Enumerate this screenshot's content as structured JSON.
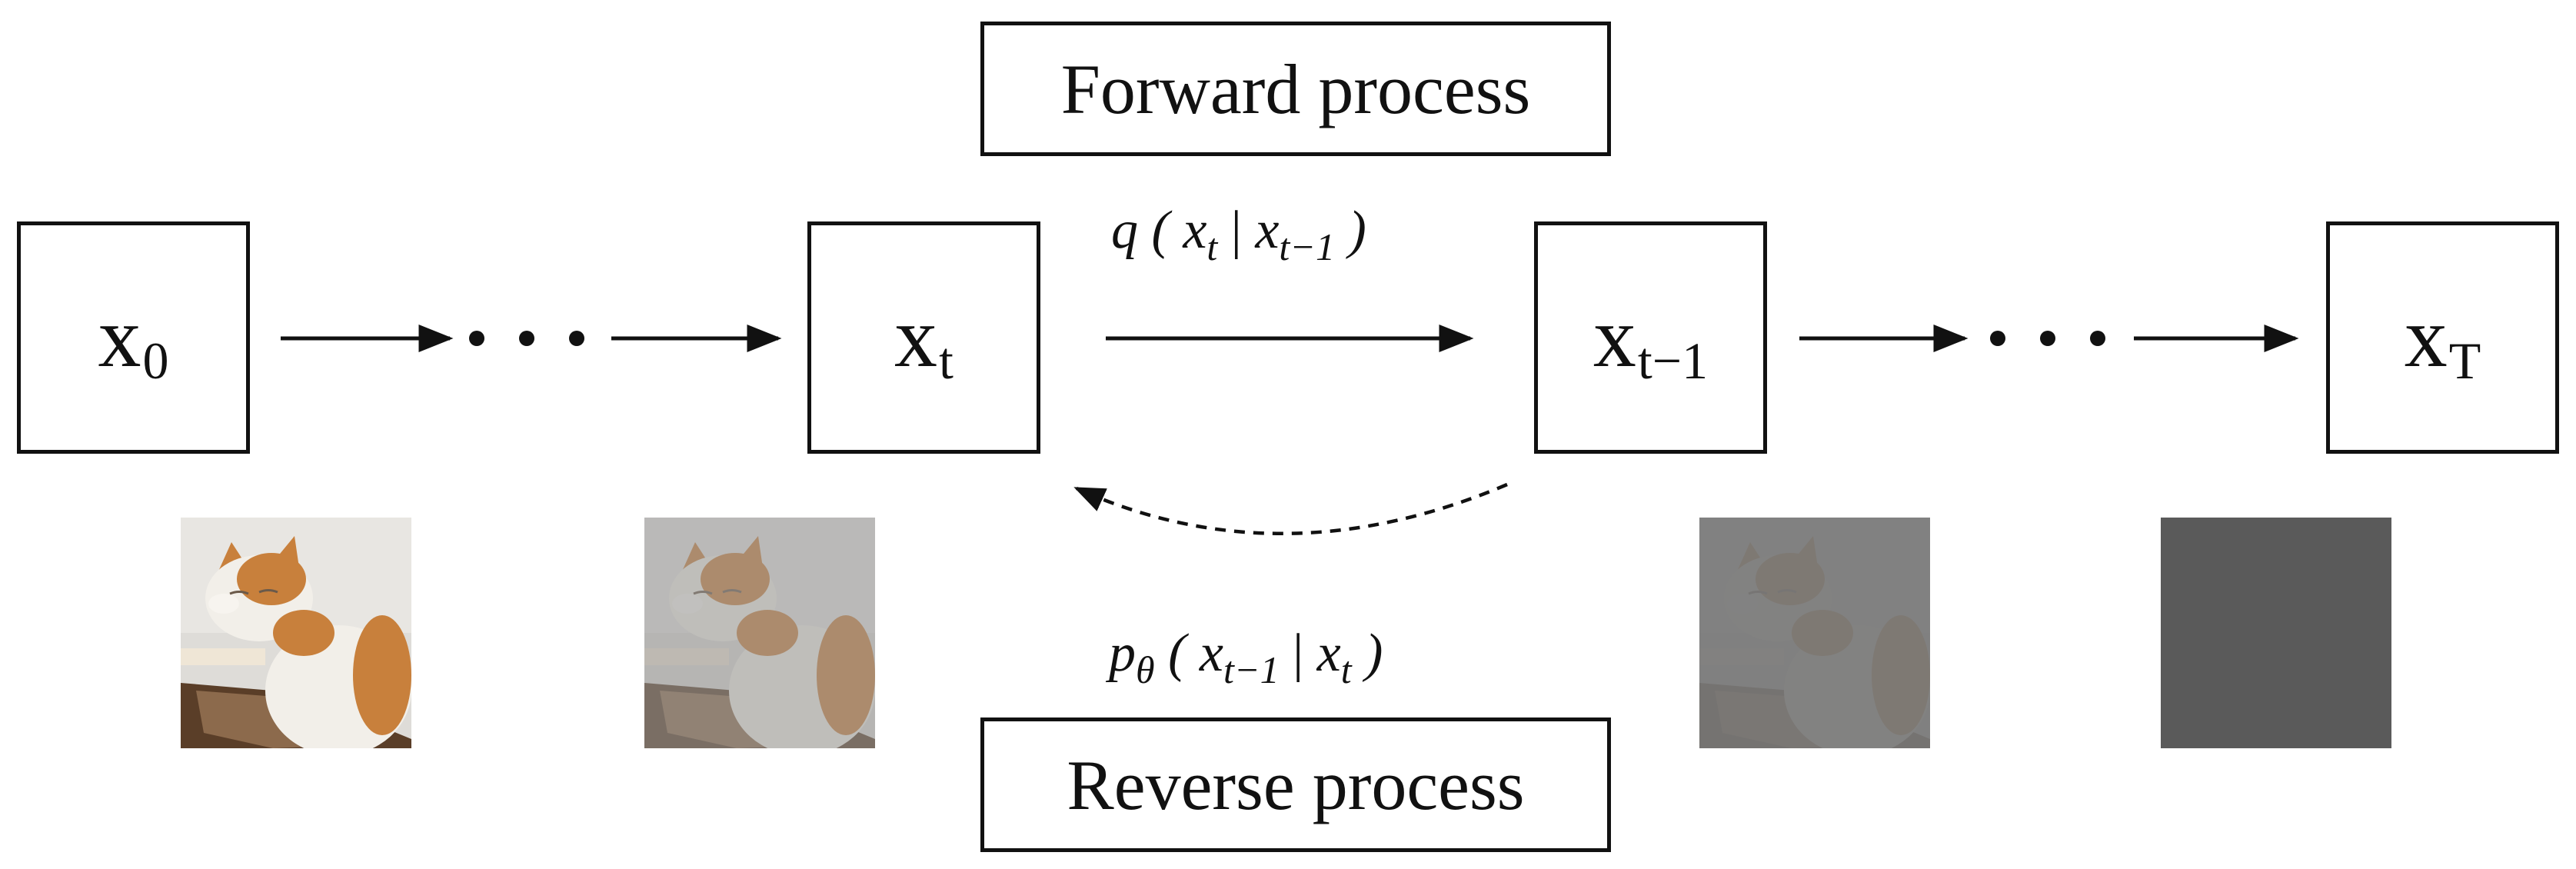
{
  "forward": {
    "title": "Forward process",
    "formula": {
      "head": "q",
      "open": "(",
      "x": "x",
      "sub1": "t",
      "bar": "|",
      "x2": "x",
      "sub2": "t−1",
      "close": ")"
    }
  },
  "reverse": {
    "title": "Reverse process",
    "formula": {
      "head": "p",
      "head_sub": "θ",
      "open": "(",
      "x": "x",
      "sub1": "t−1",
      "bar": "|",
      "x2": "x",
      "sub2": "t",
      "close": ")"
    }
  },
  "states": [
    {
      "base": "x",
      "sub": "0"
    },
    {
      "base": "x",
      "sub": "t"
    },
    {
      "base": "x",
      "sub": "t−1"
    },
    {
      "base": "x",
      "sub": "T"
    }
  ],
  "thumbnails": [
    {
      "noise_level": 0.0
    },
    {
      "noise_level": 0.35
    },
    {
      "noise_level": 0.75
    },
    {
      "noise_level": 1.0
    }
  ],
  "colors": {
    "line": "#111111",
    "noise_gray": "#5a5a5a",
    "cat_orange": "#c8803c",
    "cat_white": "#f2efe9"
  }
}
